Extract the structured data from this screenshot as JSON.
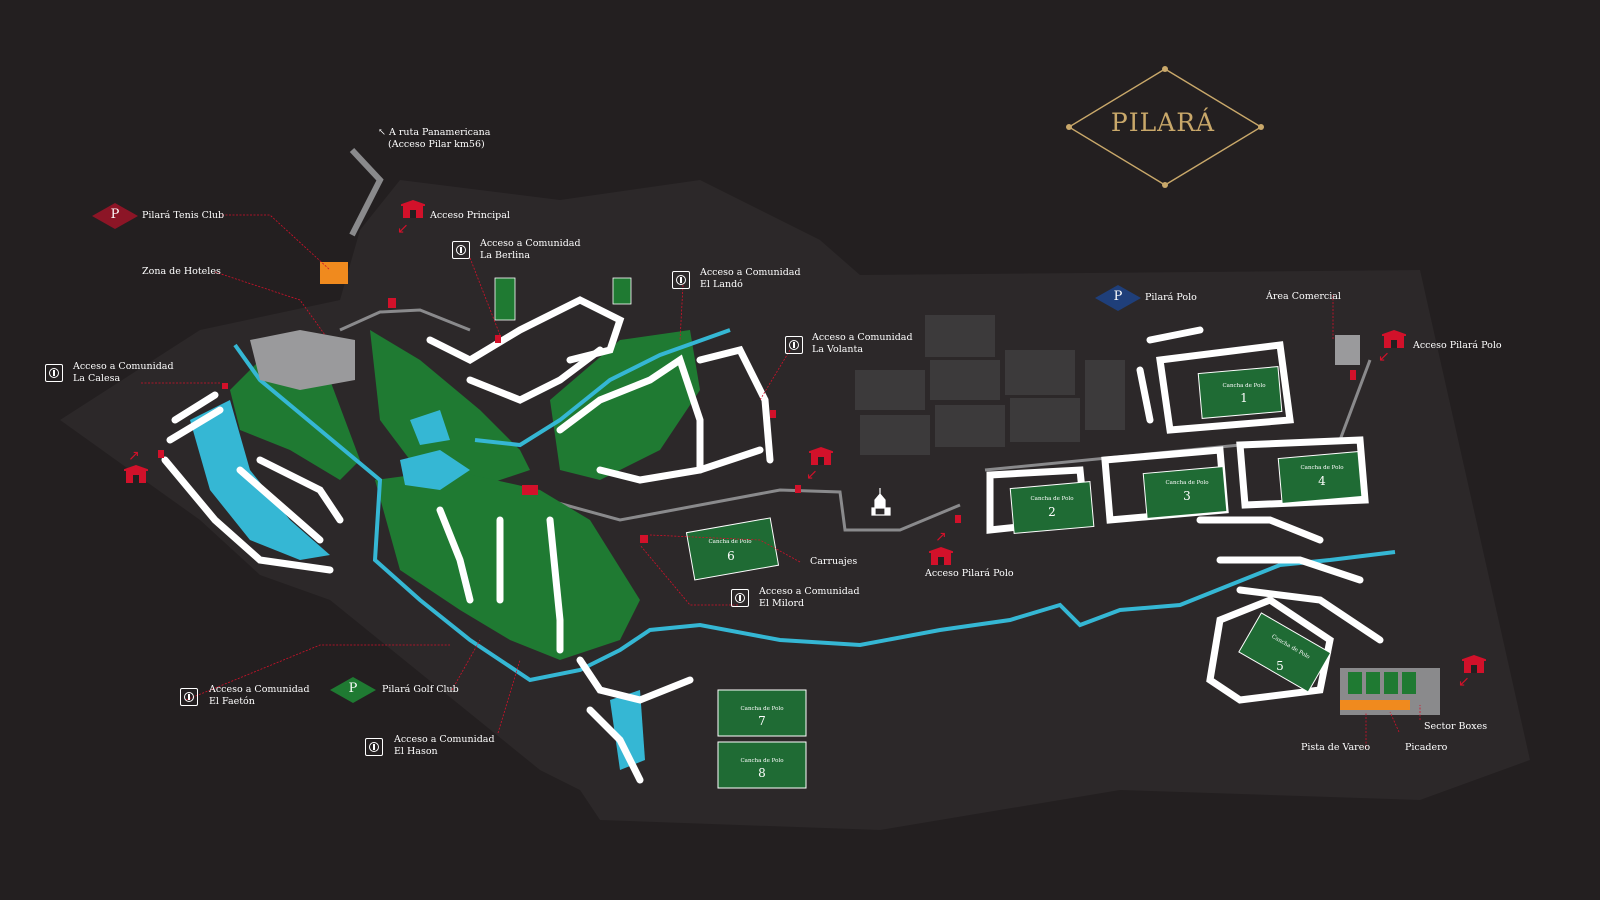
{
  "brand": {
    "name": "PILARÁ",
    "gold": "#c9a86a"
  },
  "colors": {
    "background": "#231f20",
    "land": "#2e2a2b",
    "road": "#8a8a8c",
    "lots": "#ffffff",
    "golf": "#1f7a32",
    "water": "#35b7d4",
    "polo": "#1f6b34",
    "accent_red": "#d2112a",
    "polo_blue": "#1f3f7a"
  },
  "labels": {
    "ruta": [
      "A ruta Panamericana",
      "(Acceso Pilar km56)"
    ],
    "tenis": "Pilará Tenis Club",
    "acceso_principal": "Acceso Principal",
    "hoteles": "Zona de Hoteles",
    "la_berlina": [
      "Acceso a Comunidad",
      "La Berlina"
    ],
    "el_lando": [
      "Acceso a Comunidad",
      "El Landó"
    ],
    "la_volanta": [
      "Acceso a Comunidad",
      "La Volanta"
    ],
    "la_calesa": [
      "Acceso a Comunidad",
      "La Calesa"
    ],
    "carruajes": "Carruajes",
    "el_milord": [
      "Acceso a Comunidad",
      "El Milord"
    ],
    "el_faeton": [
      "Acceso a Comunidad",
      "El Faetón"
    ],
    "golf_club": "Pilará Golf Club",
    "el_hason": [
      "Acceso a Comunidad",
      "El Hason"
    ],
    "acceso_polo_mid": "Acceso Pilará Polo",
    "pilara_polo": "Pilará Polo",
    "area_comercial": "Área Comercial",
    "acceso_polo_right": "Acceso Pilará Polo",
    "sector_boxes": "Sector Boxes",
    "pista_vareo": "Pista de Vareo",
    "picadero": "Picadero"
  },
  "polo": {
    "court_label": "Cancha de Polo",
    "courts": [
      "1",
      "2",
      "3",
      "4",
      "5",
      "6",
      "7",
      "8"
    ]
  },
  "markers": {
    "p_letter": "P"
  }
}
